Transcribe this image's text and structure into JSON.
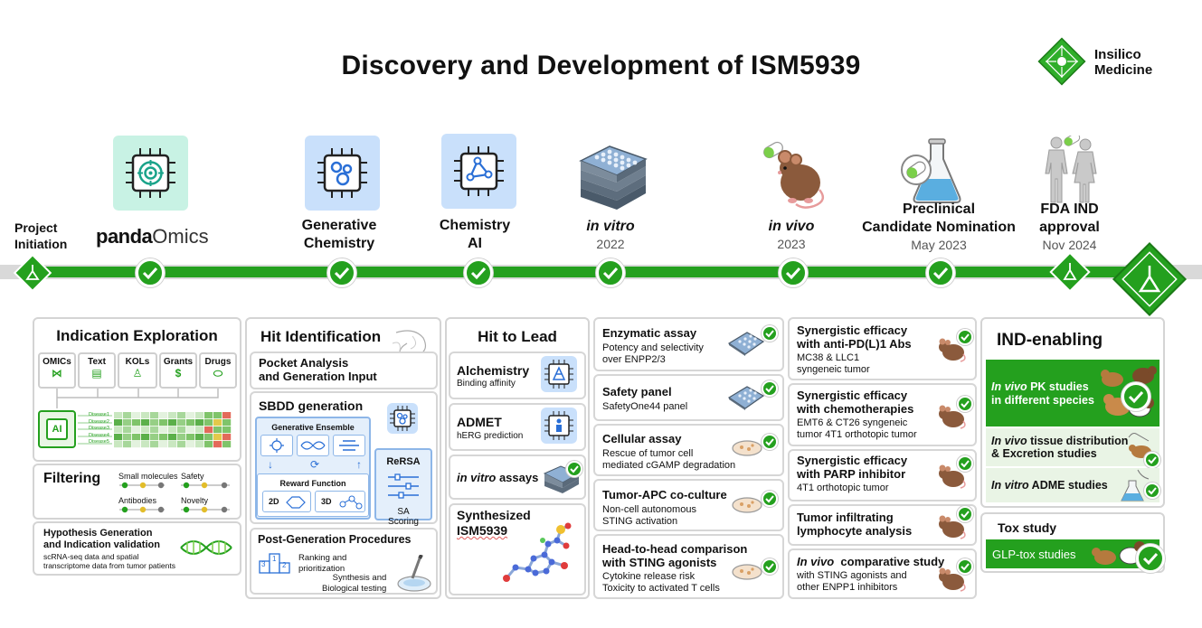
{
  "header": {
    "title": "Discovery and Development of ISM5939",
    "logo_line1": "Insilico",
    "logo_line2": "Medicine"
  },
  "colors": {
    "accent": "#24a01e",
    "track": "#d9d9d9",
    "chip_green": "#c8f2e4",
    "chip_blue": "#c9e0fb"
  },
  "timeline": {
    "project_initiation": [
      "Project",
      "Initiation"
    ],
    "pandaomics_bold": "panda",
    "pandaomics_light": "Omics",
    "generative_chemistry": [
      "Generative",
      "Chemistry"
    ],
    "chemistry_ai": [
      "Chemistry",
      "AI"
    ],
    "in_vitro": "in vitro",
    "in_vitro_year": "2022",
    "in_vivo": "in vivo",
    "in_vivo_year": "2023",
    "pcc": [
      "Preclinical",
      "Candidate Nomination"
    ],
    "pcc_date": "May 2023",
    "fda": [
      "FDA IND",
      "approval"
    ],
    "fda_date": "Nov 2024"
  },
  "indication": {
    "title": "Indication Exploration",
    "sources": [
      "OMICs",
      "Text",
      "KOLs",
      "Grants",
      "Drugs"
    ],
    "ai_label": "AI",
    "diseases": [
      "Disease1",
      "Disease2",
      "Disease3",
      "Disease4",
      "Disease5"
    ],
    "filtering_title": "Filtering",
    "filter_small": "Small molecules",
    "filter_safety": "Safety",
    "filter_antibodies": "Antibodies",
    "filter_novelty": "Novelty",
    "hyp_title": [
      "Hypothesis Generation",
      "and Indication validation"
    ],
    "hyp_text": [
      "scRNA-seq data and spatial",
      "transcriptome data from tumor patients"
    ]
  },
  "hit_id": {
    "title": "Hit Identification",
    "pocket": [
      "Pocket Analysis",
      "and Generation Input"
    ],
    "sbdd": "SBDD generation",
    "gen_ensemble": "Generative Ensemble",
    "reward": "Reward Function",
    "d2": "2D",
    "d3": "3D",
    "rersa": "ReRSA",
    "sa": [
      "SA",
      "Scoring"
    ],
    "post": "Post-Generation Procedures",
    "ranking": [
      "Ranking and",
      "prioritization"
    ],
    "synthesis": [
      "Synthesis and",
      "Biological testing"
    ],
    "rank_nums": [
      "3",
      "1",
      "2"
    ]
  },
  "hit_lead": {
    "title": "Hit to Lead",
    "alchemistry": "Alchemistry",
    "alchemistry_sub": "Binding affinity",
    "admet": "ADMET",
    "admet_sub": "hERG prediction",
    "invitro": "in vitro",
    "invitro_rest": " assays",
    "synth": [
      "Synthesized",
      "ISM5939"
    ]
  },
  "invitro_cards": [
    {
      "h": [
        "Enzymatic assay"
      ],
      "t": [
        "Potency and selectivity",
        "over ENPP2/3"
      ]
    },
    {
      "h": [
        "Safety panel"
      ],
      "t": [
        "SafetyOne44 panel"
      ]
    },
    {
      "h": [
        "Cellular assay"
      ],
      "t": [
        "Rescue of tumor cell",
        "mediated cGAMP degradation"
      ]
    },
    {
      "h": [
        "Tumor-APC co-culture"
      ],
      "t": [
        "Non-cell autonomous",
        "STING activation"
      ]
    },
    {
      "h": [
        "Head-to-head comparison",
        "with STING agonists"
      ],
      "t": [
        "Cytokine release risk",
        "Toxicity to activated T cells"
      ]
    }
  ],
  "invivo_cards": [
    {
      "h": [
        "Synergistic efficacy",
        "with anti-PD(L)1 Abs"
      ],
      "t": [
        "MC38 & LLC1",
        "syngeneic tumor"
      ]
    },
    {
      "h": [
        "Synergistic efficacy",
        "with chemotherapies"
      ],
      "t": [
        "EMT6 & CT26 syngeneic",
        "tumor 4T1 orthotopic tumor"
      ]
    },
    {
      "h": [
        "Synergistic efficacy",
        "with PARP inhibitor"
      ],
      "t": [
        "4T1 orthotopic tumor"
      ]
    },
    {
      "h": [
        "Tumor infiltrating",
        "lymphocyte analysis"
      ],
      "t": []
    },
    {
      "h_italic": "In vivo",
      "h_rest": "  comparative study",
      "t": [
        "with STING agonists and",
        "other ENPP1 inhibitors"
      ]
    }
  ],
  "ind": {
    "title": "IND-enabling",
    "pk_italic": "In vivo",
    "pk_rest": " PK studies",
    "pk_line2": "in different species",
    "tissue_italic": "In vivo",
    "tissue_rest": " tissue distribution",
    "tissue_line2": "& Excretion studies",
    "adme_italic": "In vitro",
    "adme_rest": " ADME studies",
    "tox_title": "Tox study",
    "glp": "GLP-tox studies"
  }
}
